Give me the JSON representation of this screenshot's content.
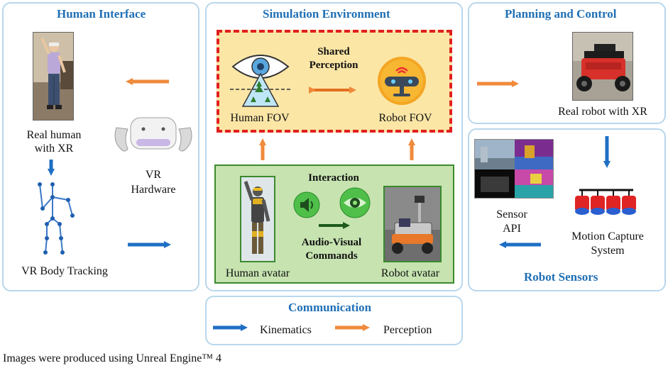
{
  "human_interface": {
    "title": "Human Interface",
    "real_human_label_line1": "Real human",
    "real_human_label_line2": "with XR",
    "vr_hardware_line1": "VR",
    "vr_hardware_line2": "Hardware",
    "body_tracking_label": "VR Body Tracking"
  },
  "simulation": {
    "title": "Simulation Environment",
    "shared_line1": "Shared",
    "shared_line2": "Perception",
    "human_fov": "Human FOV",
    "robot_fov": "Robot FOV",
    "interaction": "Interaction",
    "av_line1": "Audio-Visual",
    "av_line2": "Commands",
    "human_avatar": "Human avatar",
    "robot_avatar": "Robot avatar"
  },
  "planning": {
    "title": "Planning and Control",
    "real_robot_label": "Real robot with XR"
  },
  "robot_sensors": {
    "title": "Robot Sensors",
    "sensor_line1": "Sensor",
    "sensor_line2": "API",
    "mocap_line1": "Motion Capture",
    "mocap_line2": "System"
  },
  "communication": {
    "title": "Communication",
    "kinematics": "Kinematics",
    "perception": "Perception"
  },
  "footer": {
    "caption": "Images were produced using Unreal Engine™ 4"
  },
  "colors": {
    "kinematics_arrow": "#1f6fc4",
    "perception_arrow": "#f08a3c",
    "panel_border": "#b8d7ec",
    "title_blue": "#1f6fb5",
    "shared_fill": "#fbe6a6",
    "shared_border": "#e02020",
    "interaction_fill": "#c6e3b0",
    "interaction_border": "#3c8a2e"
  }
}
